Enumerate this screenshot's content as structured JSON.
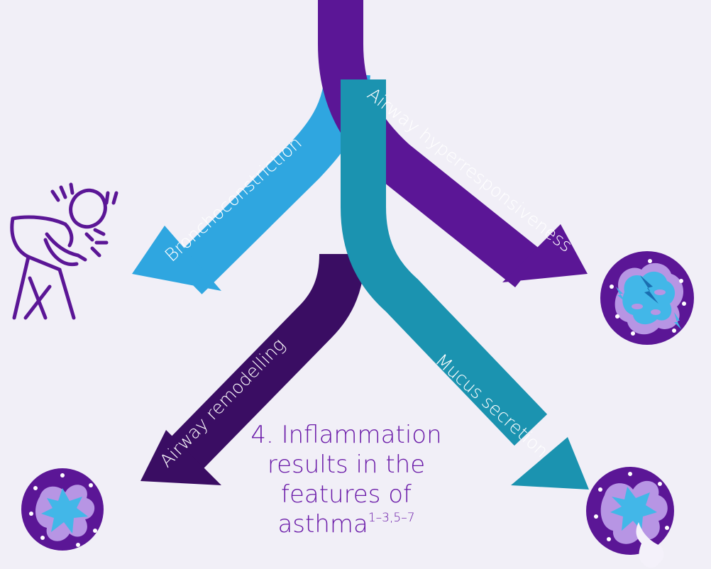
{
  "branches": {
    "bronchoconstriction": "Bronchoconstriction",
    "hyperresponsiveness": "Airway hyperresponsiveness",
    "remodelling": "Airway remodelling",
    "mucus": "Mucus secretion"
  },
  "caption": {
    "line1": "4. Inflammation",
    "line2": "results in the",
    "line3": "features of",
    "line4": "asthma",
    "refs": "1–3,5–7"
  },
  "colors": {
    "background": "#f1eff7",
    "light_blue": "#2fa6e0",
    "purple": "#5b1696",
    "dark_purple": "#3a0d63",
    "teal": "#1b93b0",
    "caption_text": "#6a1aa8"
  },
  "icons": {
    "person": "coughing-person-icon",
    "hyper": "airway-hyperresponsive-icon",
    "remodel": "remodelled-airway-icon",
    "mucus": "mucus-airway-icon"
  }
}
